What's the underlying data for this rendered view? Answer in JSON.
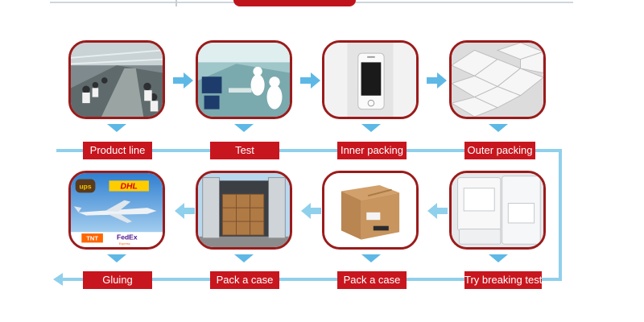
{
  "steps_top": [
    {
      "label": "Product  line",
      "image": "factory-production-line-photo"
    },
    {
      "label": "Test",
      "image": "cleanroom-test-photo"
    },
    {
      "label": "Inner packing",
      "image": "phone-screen-in-tray-photo"
    },
    {
      "label": "Outer packing",
      "image": "stacked-white-boxes-photo"
    }
  ],
  "steps_bottom": [
    {
      "label": "Try breaking test",
      "image": "packed-trays-photo"
    },
    {
      "label": "Pack a case",
      "image": "cardboard-box-photo"
    },
    {
      "label": "Pack a case",
      "image": "container-loading-photo"
    },
    {
      "label": "Gluing",
      "image": "shipping-carriers-photo"
    }
  ],
  "carriers": {
    "ups": "ups",
    "dhl": "DHL",
    "tnt": "TNT",
    "fedex": "FedEx",
    "fedex_sub": "Express"
  },
  "colors": {
    "frame": "#9b1b1b",
    "label_bg": "#c8161e",
    "arrow": "#5eb8e6",
    "flow_line": "#8fd0ec"
  }
}
